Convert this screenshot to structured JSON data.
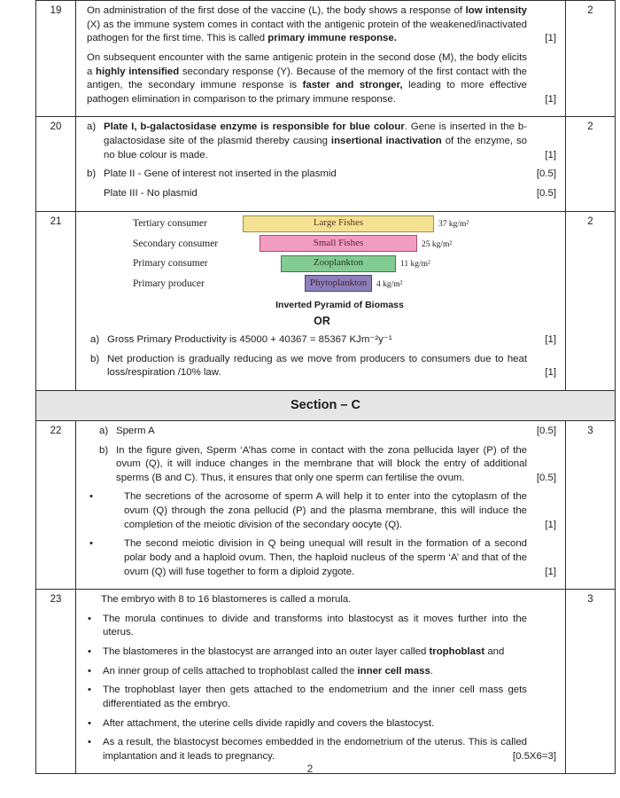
{
  "document": {
    "page_number": "2"
  },
  "rows": [
    {
      "kind": "question",
      "number": "19",
      "marks": "2",
      "blocks": [
        {
          "type": "para",
          "mark": "[1]",
          "segments": [
            {
              "t": "On administration of the first dose of the vaccine (L), the body shows a response of "
            },
            {
              "t": "low intensity",
              "b": true
            },
            {
              "t": " (X) as the immune system comes in contact with the antigenic protein of the weakened/inactivated pathogen for the first time. This is called "
            },
            {
              "t": "primary immune response.",
              "b": true
            }
          ]
        },
        {
          "type": "para",
          "mark": "[1]",
          "segments": [
            {
              "t": "On subsequent encounter with the same antigenic protein in the second dose (M), the body elicits a "
            },
            {
              "t": "highly intensified",
              "b": true
            },
            {
              "t": " secondary response (Y). Because of the memory of the first contact with the antigen, the secondary immune response is "
            },
            {
              "t": "faster and stronger,",
              "b": true
            },
            {
              "t": " leading to more effective pathogen elimination in comparison to the primary immune response."
            }
          ]
        }
      ]
    },
    {
      "kind": "question",
      "number": "20",
      "marks": "2",
      "blocks": [
        {
          "type": "item",
          "label": "a)",
          "mark": "[1]",
          "segments": [
            {
              "t": "Plate I, b-galactosidase enzyme is responsible for blue colour",
              "b": true
            },
            {
              "t": ". Gene is inserted in the b-galactosidase site of the plasmid thereby causing "
            },
            {
              "t": "insertional inactivation",
              "b": true
            },
            {
              "t": " of the enzyme, so no blue colour is made."
            }
          ]
        },
        {
          "type": "item",
          "label": "b)",
          "mark": "[0.5]",
          "segments": [
            {
              "t": "Plate II - Gene of interest not inserted in the plasmid"
            }
          ]
        },
        {
          "type": "item",
          "label": "",
          "mark": "[0.5]",
          "segments": [
            {
              "t": "Plate III - No plasmid"
            }
          ]
        }
      ]
    },
    {
      "kind": "question",
      "number": "21",
      "marks": "2",
      "pyramid": {
        "type": "inverted-pyramid-of-biomass",
        "unit": "kg/m²",
        "values": [
          37,
          25,
          11,
          4
        ],
        "levels": [
          {
            "trophic": "Tertiary consumer",
            "organism": "Large Fishes",
            "value": "37 kg/m²",
            "fill": "#f4e192",
            "border": "#9a8c4a",
            "text_color": "#5a3424"
          },
          {
            "trophic": "Secondary consumer",
            "organism": "Small Fishes",
            "value": "25 kg/m²",
            "fill": "#f29cc2",
            "border": "#a34f72",
            "text_color": "#5c2430"
          },
          {
            "trophic": "Primary consumer",
            "organism": "Zooplankton",
            "value": "11 kg/m²",
            "fill": "#82cb93",
            "border": "#3f7a4c",
            "text_color": "#1e3d24"
          },
          {
            "trophic": "Primary producer",
            "organism": "Phytoplankton",
            "value": "4 kg/m²",
            "fill": "#8c7fbd",
            "border": "#4a3f78",
            "text_color": "#4d2424"
          }
        ]
      },
      "blocks": [
        {
          "type": "pyramid"
        },
        {
          "type": "caption",
          "text": "Inverted Pyramid of Biomass"
        },
        {
          "type": "or",
          "text": "OR"
        },
        {
          "type": "item",
          "label": "a)",
          "mark": "[1]",
          "segments": [
            {
              "t": "Gross Primary Productivity is 45000 + 40367 = 85367 KJm⁻²y⁻¹"
            }
          ]
        },
        {
          "type": "item",
          "label": "b)",
          "mark": "[1]",
          "segments": [
            {
              "t": "Net production is gradually reducing as we move from producers to consumers due to heat loss/respiration /10% law."
            }
          ]
        }
      ]
    },
    {
      "kind": "section",
      "label": "Section – C"
    },
    {
      "kind": "question",
      "number": "22",
      "marks": "3",
      "blocks": [
        {
          "type": "item",
          "label": "a)",
          "mark": "[0.5]",
          "segments": [
            {
              "t": "Sperm A"
            }
          ]
        },
        {
          "type": "item",
          "label": "b)",
          "mark": "[0.5]",
          "segments": [
            {
              "t": "In the figure given, Sperm ‘A’has come in contact with the zona pellucida layer (P) of the ovum (Q), it will induce changes in the membrane that will block the entry of additional sperms (B and C). Thus, it ensures that only one sperm can fertilise the ovum."
            }
          ]
        },
        {
          "type": "bullet",
          "mark": "[1]",
          "segments": [
            {
              "t": "The secretions of the acrosome of sperm A will help it to enter into the cytoplasm of the ovum (Q) through the zona pellucid (P) and the plasma membrane, this will induce the completion of the meiotic division of the secondary oocyte (Q)."
            }
          ]
        },
        {
          "type": "bullet",
          "mark": "[1]",
          "segments": [
            {
              "t": "The second meiotic division in Q being unequal will result in the formation of a second polar body and a haploid ovum. Then, the haploid nucleus of the sperm ‘A’ and that of the ovum (Q) will fuse together to form a diploid zygote."
            }
          ]
        }
      ]
    },
    {
      "kind": "question",
      "number": "23",
      "marks": "3",
      "blocks": [
        {
          "type": "para-ind",
          "segments": [
            {
              "t": "The embryo with 8 to 16 blastomeres is called a morula."
            }
          ]
        },
        {
          "type": "bullet",
          "segments": [
            {
              "t": "The morula continues to divide and transforms into blastocyst as it moves further into the uterus."
            }
          ]
        },
        {
          "type": "bullet",
          "segments": [
            {
              "t": "The blastomeres in the blastocyst are arranged into an outer layer called "
            },
            {
              "t": "trophoblast",
              "b": true
            },
            {
              "t": " and"
            }
          ]
        },
        {
          "type": "bullet",
          "segments": [
            {
              "t": "An inner group of cells attached to trophoblast called the "
            },
            {
              "t": "inner cell mass",
              "b": true
            },
            {
              "t": "."
            }
          ]
        },
        {
          "type": "bullet",
          "segments": [
            {
              "t": "The trophoblast layer then gets attached to the endometrium and the inner cell mass gets differentiated as the embryo."
            }
          ]
        },
        {
          "type": "bullet",
          "segments": [
            {
              "t": "After attachment, the uterine cells divide rapidly and covers the blastocyst."
            }
          ]
        },
        {
          "type": "bullet",
          "mark": "[0.5X6=3]",
          "segments": [
            {
              "t": "As a result, the blastocyst becomes embedded in the endometrium of the uterus. This is called implantation and it leads to pregnancy."
            }
          ]
        }
      ]
    }
  ]
}
